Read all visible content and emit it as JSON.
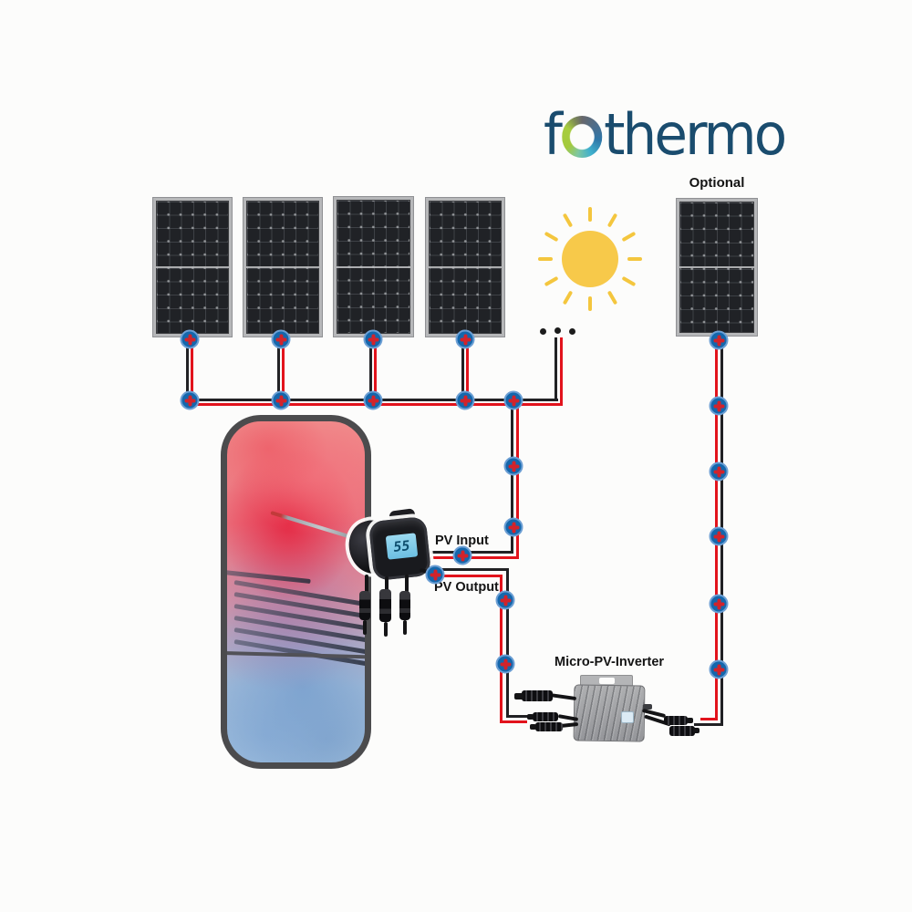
{
  "background_color": "#fcfcfb",
  "logo": {
    "prefix": "f",
    "suffix": "thermo",
    "color": "#1a4c6e",
    "ring_icon": "fothermo-swirl-ring",
    "ring_colors": [
      "#67676b",
      "#2f77a8",
      "#3fb0cd",
      "#a3c93c"
    ]
  },
  "labels": {
    "optional": "Optional",
    "pv_input": "PV Input",
    "pv_output": "PV Output",
    "micro_pv_inverter": "Micro-PV-Inverter"
  },
  "heater_controller": {
    "display_value": "55",
    "display_bg": "#7ecbe9",
    "display_text_color": "#0e4e6e"
  },
  "components": {
    "main_solar_panels": 4,
    "optional_solar_panels": 1,
    "more_panels_indicator": "ellipsis-dots",
    "sun": "sun-icon",
    "water_tank": "hot-water-tank",
    "heating_rod_controller": "pv-heating-element",
    "inverter": "micro-pv-inverter"
  },
  "colors": {
    "wire_red": "#e2131c",
    "wire_black": "#212124",
    "connector_dot_blue": "#1467ac",
    "connector_cross_red": "#d2232b",
    "sun_yellow": "#f7c94a",
    "panel_cell": "#202226",
    "panel_frame": "#b6b7b9",
    "tank_border": "#4b4b4d",
    "inverter_gray": "#a5a6a8"
  }
}
